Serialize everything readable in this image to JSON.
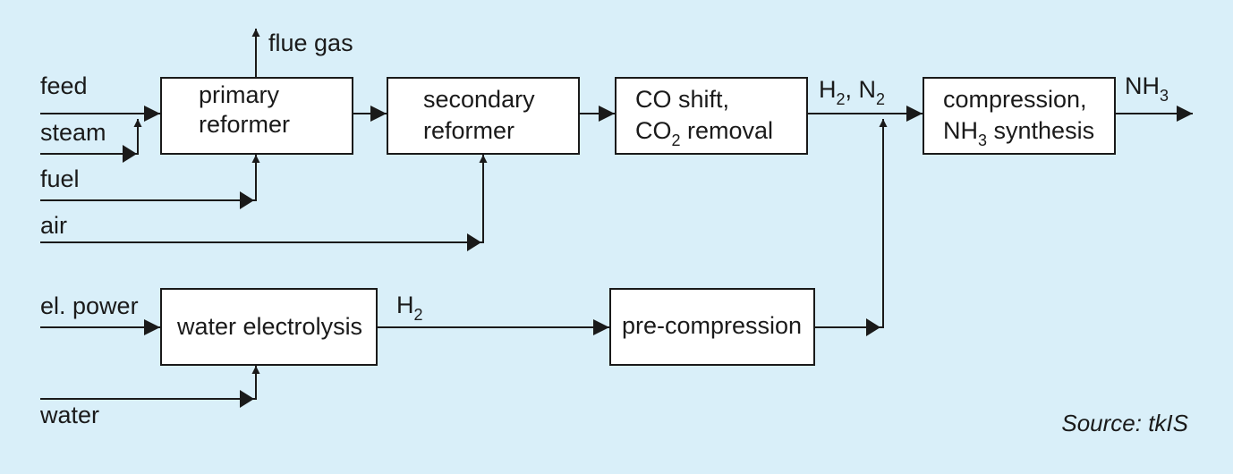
{
  "inputs": {
    "feed": "feed",
    "steam": "steam",
    "fuel": "fuel",
    "air": "air",
    "el_power": "el. power",
    "water": "water"
  },
  "outputs": {
    "flue_gas": "flue gas"
  },
  "boxes": {
    "primary_reformer": [
      "primary",
      "reformer"
    ],
    "secondary_reformer": [
      "secondary",
      "reformer"
    ],
    "co_shift": {
      "line1": "CO shift,",
      "line2_main": "CO",
      "line2_sub": "2",
      "line2_rest": " removal"
    },
    "compression": {
      "line1": "compression,",
      "line2_main": "NH",
      "line2_sub": "3",
      "line2_rest": " synthesis"
    },
    "water_electrolysis": "water electrolysis",
    "pre_compression": "pre-compression"
  },
  "streams": {
    "h2n2": {
      "h": "H",
      "h_sub": "2",
      "sep": ", N",
      "n_sub": "2"
    },
    "nh3": {
      "main": "NH",
      "sub": "3"
    },
    "h2": {
      "main": "H",
      "sub": "2"
    }
  },
  "source": "Source: tkIS"
}
